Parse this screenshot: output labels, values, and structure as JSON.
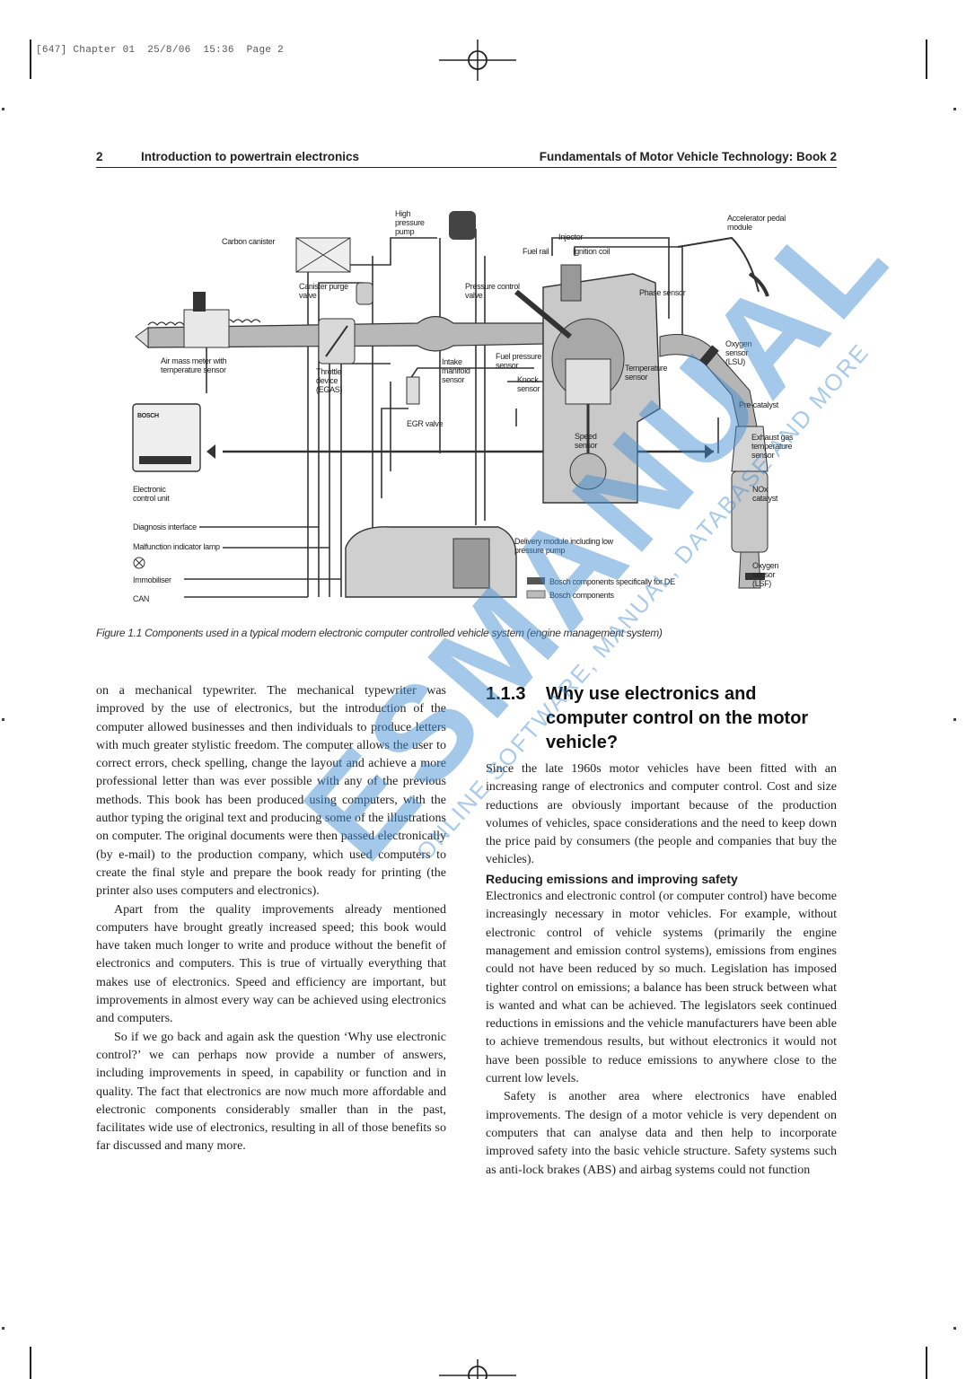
{
  "slug": "[647] Chapter 01  25/8/06  15:36  Page 2",
  "running_head": {
    "page_number": "2",
    "left_title": "Introduction to powertrain electronics",
    "right_title": "Fundamentals of Motor Vehicle Technology: Book 2"
  },
  "figure": {
    "labels": {
      "high_pressure_pump": "High pressure pump",
      "accelerator_pedal_module": "Accelerator pedal module",
      "carbon_canister": "Carbon canister",
      "injector": "Injector",
      "fuel_rail": "Fuel rail",
      "ignition_coil": "Ignition coil",
      "canister_purge_valve": "Canister purge valve",
      "pressure_control_valve": "Pressure control valve",
      "phase_sensor": "Phase sensor",
      "air_mass_meter": "Air mass meter with temperature sensor",
      "throttle_device": "Throttle device (EGAS)",
      "intake_manifold_sensor": "Intake manifold sensor",
      "fuel_pressure_sensor": "Fuel pressure sensor",
      "knock_sensor": "Knock sensor",
      "temperature_sensor": "Temperature sensor",
      "oxygen_sensor_lsu": "Oxygen sensor (LSU)",
      "pre_catalyst": "Pre-catalyst",
      "egr_valve": "EGR valve",
      "speed_sensor": "Speed sensor",
      "exhaust_gas_temperature_sensor": "Exhaust gas temperature sensor",
      "bosch": "BOSCH",
      "electronic_control_unit": "Electronic control unit",
      "nox_catalyst": "NOx catalyst",
      "diagnosis_interface": "Diagnosis interface",
      "malfunction_indicator_lamp": "Malfunction indicator lamp",
      "delivery_module": "Delivery module including low pressure pump",
      "immobiliser": "Immobiliser",
      "oxygen_sensor_lsf": "Oxygen sensor (LSF)",
      "can": "CAN",
      "legend_de": "Bosch components specifically for DE",
      "legend_bosch": "Bosch components"
    },
    "caption": "Figure 1.1  Components used in a typical modern electronic computer controlled vehicle system (engine management system)"
  },
  "left_column": {
    "p1": "on a mechanical typewriter. The mechanical typewriter was improved by the use of electronics, but the introduction of the computer allowed businesses and then individuals to produce letters with much greater stylistic freedom. The computer allows the user to correct errors, check spelling, change the layout and achieve a more professional letter than was ever possible with any of the previous methods. This book has been produced using computers, with the author typing the original text and producing some of the illustrations on computer. The original documents were then passed electronically (by e-mail) to the production company, which used computers to create the final style and prepare the book ready for printing (the printer also uses computers and electronics).",
    "p2": "Apart from the quality improvements already mentioned computers have brought greatly increased speed; this book would have taken much longer to write and produce without the benefit of electronics and computers. This is true of virtually everything that makes use of electronics. Speed and efficiency are important, but improvements in almost every way can be achieved using electronics and computers.",
    "p3": "So if we go back and again ask the question ‘Why use electronic control?’ we can perhaps now provide a number of answers, including improvements in speed, in capability or function and in quality. The fact that electronics are now much more affordable and electronic components considerably smaller than in the past, facilitates wide use of electronics, resulting in all of those benefits so far discussed and many more."
  },
  "section": {
    "number": "1.1.3",
    "title": "Why use electronics and computer control on the motor vehicle?"
  },
  "right_column": {
    "p1": "Since the late 1960s motor vehicles have been fitted with an increasing range of electronics and computer control. Cost and size reductions are obviously important because of the production volumes of vehicles, space considerations and the need to keep down the price paid by consumers (the people and companies that buy the vehicles).",
    "subheading": "Reducing emissions and improving safety",
    "p2": "Electronics and electronic control (or computer control) have become increasingly necessary in motor vehicles. For example, without electronic control of vehicle systems (primarily the engine management and emission control systems), emissions from engines could not have been reduced by so much. Legislation has imposed tighter control on emissions; a balance has been struck between what is wanted and what can be achieved. The legislators seek continued reductions in emissions and the vehicle manufacturers have been able to achieve tremendous results, but without electronics it would not have been possible to reduce emissions to anywhere close to the current low levels.",
    "p3": "Safety is another area where electronics have enabled improvements. The design of a motor vehicle is very dependent on computers that can analyse data and then help to incorporate improved safety into the basic vehicle structure. Safety systems such as anti-lock brakes (ABS) and airbag systems could not function"
  },
  "watermark": {
    "main": "ESMANUAL",
    "sub": "ONLINE SOFTWARE, MANUAL, DATABASE AND MORE"
  }
}
